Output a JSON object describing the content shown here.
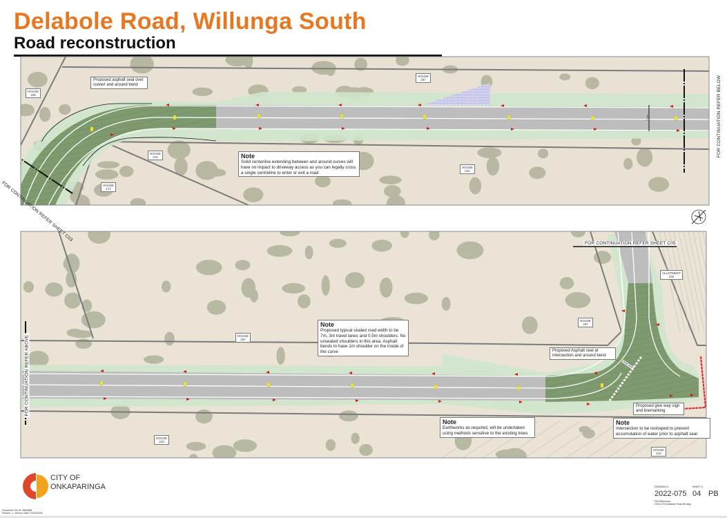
{
  "header": {
    "title": "Delabole Road, Willunga South",
    "subtitle": "Road reconstruction"
  },
  "colors": {
    "title": "#e87722",
    "asphalt_new": "#7f9a6e",
    "shoulder": "#cfe6cc",
    "road": "#bdbdbd"
  },
  "top_panel": {
    "callout": "Proposed asphalt seal over culvert and around bend",
    "note": {
      "heading": "Note",
      "text": "Solid centerline extending between and around curves will have no impact to driveway access as you can legally cross a single centreline to enter or exit a road"
    },
    "continuation_left": "FOR CONTINUATION REFER SHEET C03",
    "continuation_right": "FOR CONTINUATION REFER BELOW",
    "width_dim": "7.0m",
    "houses": [
      {
        "l1": "HOUSE",
        "l2": "168"
      },
      {
        "l1": "HOUSE",
        "l2": "187"
      },
      {
        "l1": "HOUSE",
        "l2": "210"
      },
      {
        "l1": "HOUSE",
        "l2": "172"
      },
      {
        "l1": "HOUSE",
        "l2": "210"
      }
    ]
  },
  "bottom_panel": {
    "continuation_top": "FOR CONTINUATION REFER SHEET C05",
    "continuation_left": "FOR CONTINUATION REFER ABOVE",
    "note1": {
      "heading": "Note",
      "text": "Proposed typical sealed road width to be 7m, 3m travel lanes and 0.5m shoulders. No unsealed shoulders in this area. Asphalt bends to have 1m shoulder on the inside of the curve"
    },
    "note2": {
      "heading": "Note",
      "text": "Earthworks as required, will be undertaken using methods sensitive to the existing trees"
    },
    "note3": {
      "heading": "Note",
      "text": "Intersection to be reshaped to prevent accumulation of water prior to asphalt seal"
    },
    "callout1": "Proposed Asphalt seal at intersection and around bend",
    "callout2": "Proposed give way sign and linemarking",
    "give_way": "GIVE WAY",
    "houses": [
      {
        "l1": "HOUSE",
        "l2": "187"
      },
      {
        "l1": "HOUSE",
        "l2": "187"
      },
      {
        "l1": "HOUSE",
        "l2": "210"
      },
      {
        "l1": "HOUSE",
        "l2": "210"
      },
      {
        "l1": "ALLOTMENT",
        "l2": "102"
      }
    ]
  },
  "footer": {
    "logo_line1": "CITY OF",
    "logo_line2": "ONKAPARINGA",
    "doc_ref_1": "Document Set ID: 8555888",
    "doc_ref_2": "Version: 1, Version Date: 03/03/2026",
    "drawing_caption": "DRAWING #",
    "drawing_no": "2022-075",
    "sheet_caption": "SHEET #",
    "sheet_no": "04",
    "revision": "PB",
    "file_ref_caption": "File Reference",
    "file_ref": "2022-075 Delabole Road 85.dwg"
  }
}
